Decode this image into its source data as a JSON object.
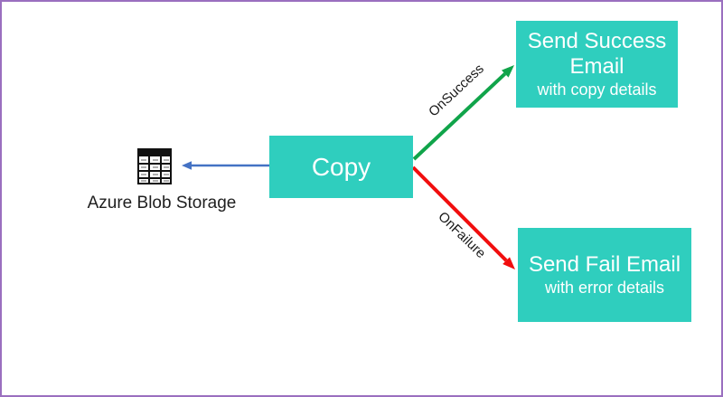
{
  "colors": {
    "node_fill": "#2fcebe",
    "node_text": "#ffffff",
    "slide_border": "#9a6fbf",
    "dark_text": "#1f1f1f"
  },
  "nodes": {
    "storage": {
      "label": "Azure Blob Storage"
    },
    "copy": {
      "label": "Copy"
    },
    "success_email": {
      "line1": "Send Success",
      "line2": "Email",
      "detail": "with copy details"
    },
    "fail_email": {
      "line1": "Send Fail Email",
      "detail": "with error details"
    }
  },
  "edges": {
    "success": {
      "label": "OnSuccess",
      "color": "#10a44a"
    },
    "failure": {
      "label": "OnFailure",
      "color": "#f10e0e"
    },
    "to_storage": {
      "color": "#4472c4"
    }
  }
}
